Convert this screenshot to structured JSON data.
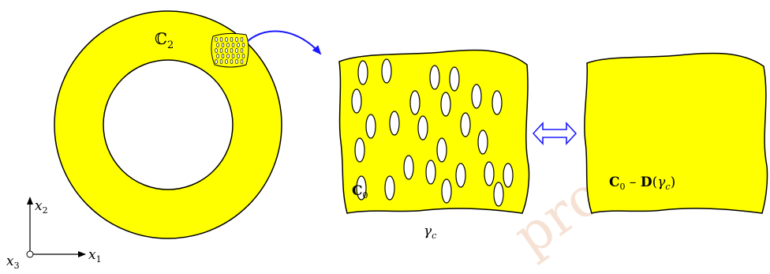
{
  "colors": {
    "fill": "#ffff00",
    "stroke": "#000000",
    "arrow": "#1a1aff",
    "watermark": "#f3d7c4",
    "background": "#ffffff"
  },
  "labels": {
    "ring_tensor": "ℂ",
    "ring_tensor_sub": "2",
    "matrix_tensor": "C",
    "matrix_tensor_sub": "0",
    "homog_C": "C",
    "homog_C_sub": "0",
    "homog_minus": " – ",
    "homog_D": "D",
    "homog_open": "(",
    "homog_gamma": "γ",
    "homog_gamma_sub": "c",
    "homog_close": ")",
    "inclusion_gamma": "γ",
    "inclusion_gamma_sub": "c",
    "axis_x1": "x",
    "axis_x1_sub": "1",
    "axis_x2": "x",
    "axis_x2_sub": "2",
    "axis_x3": "x",
    "axis_x3_sub": "3",
    "watermark": "proof"
  }
}
